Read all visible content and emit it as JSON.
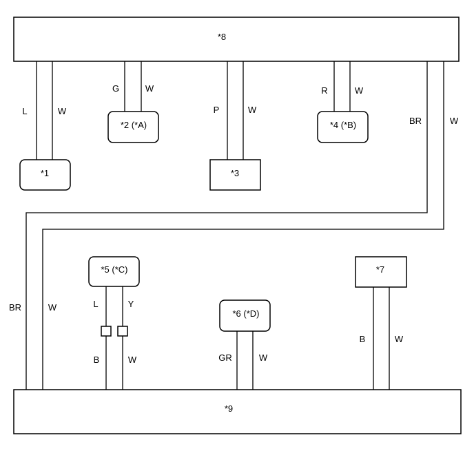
{
  "components": {
    "c8": "*8",
    "c9": "*9",
    "c1": "*1",
    "c2": "*2 (*A)",
    "c3": "*3",
    "c4": "*4 (*B)",
    "c5": "*5 (*C)",
    "c6": "*6 (*D)",
    "c7": "*7"
  },
  "wires": {
    "c1_left": "L",
    "c1_right": "W",
    "c2_left": "G",
    "c2_right": "W",
    "c3_left": "P",
    "c3_right": "W",
    "c4_left": "R",
    "c4_right": "W",
    "loop_top_left": "BR",
    "loop_top_right": "W",
    "loop_side_left": "BR",
    "loop_side_right": "W",
    "c5_upper_left": "L",
    "c5_upper_right": "Y",
    "c5_lower_left": "B",
    "c5_lower_right": "W",
    "c6_left": "GR",
    "c6_right": "W",
    "c7_left": "B",
    "c7_right": "W"
  }
}
